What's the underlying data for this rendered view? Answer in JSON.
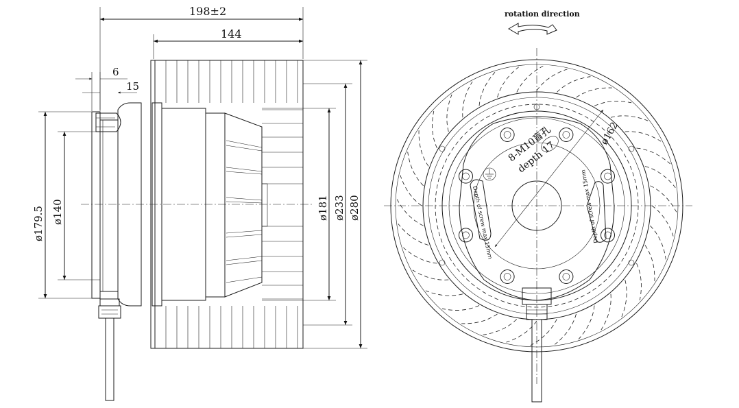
{
  "drawing": {
    "rotation_label": "rotation direction",
    "side_view": {
      "dim_overall": "198±2",
      "dim_impeller_width": "144",
      "dim_flange": "6",
      "dim_offset": "15",
      "dim_d1": "ø179.5",
      "dim_d2": "ø140",
      "dim_d3": "ø181",
      "dim_d4": "ø233",
      "dim_d5": "ø280"
    },
    "front_view": {
      "hole_spec": "8-M10盲孔",
      "hole_depth": "depth 17",
      "pitch_diameter": "ø162",
      "label_left": "Depth of screw max 15mm",
      "label_right": "Depth of screw max 15mm",
      "blade_count": 36,
      "mount_hole_count": 8
    }
  }
}
